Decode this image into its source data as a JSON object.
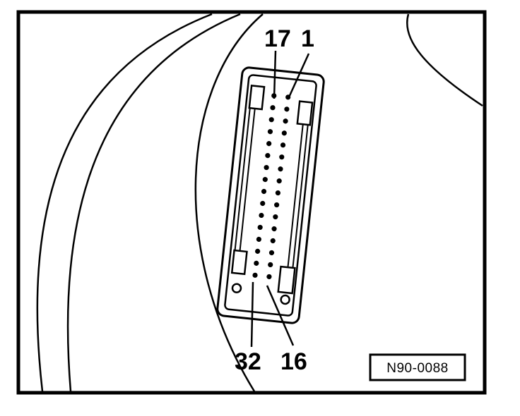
{
  "labels": {
    "pin_17": "17",
    "pin_1": "1",
    "pin_32": "32",
    "pin_16": "16"
  },
  "reference_code": "N90-0088",
  "connector": {
    "rows": 16,
    "columns": 2
  }
}
